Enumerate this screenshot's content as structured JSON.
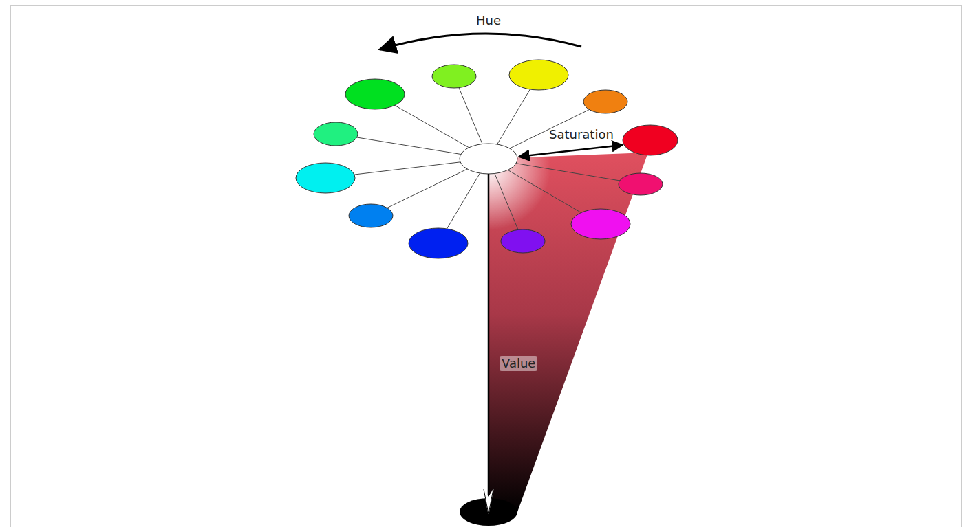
{
  "diagram": {
    "labels": [
      "Hue",
      "Saturation",
      "Value"
    ]
  }
}
